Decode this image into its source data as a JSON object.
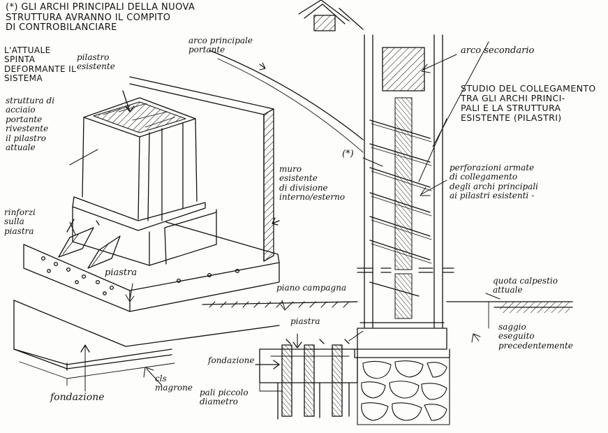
{
  "notes": {
    "header": "(*) GLI ARCHI PRINCIPALI DELLA NUOVA\nSTRUTTURA AVRANNO IL COMPITO\nDI CONTROBILANCIARE",
    "spinta": "L'ATTUALE\nSPINTA\nDEFORMANTE IL\nSISTEMA",
    "pilastro_esistente": "pilastro\nesistente",
    "struttura_acciaio": "struttura di\nacciaio\nportante\nrivestente\nil pilastro\nattuale",
    "arco_principale": "arco principale\nportante",
    "arco_secondario": "arco secondario",
    "studio": "STUDIO DEL COLLEGAMENTO\nTRA GLI ARCHI PRINCI-\nPALI E LA STRUTTURA\nESISTENTE (PILASTRI)",
    "asterisk": "(*)",
    "muro": "muro\nesistente\ndi divisione\ninterno/esterno",
    "perforazioni": "perforazioni armate\ndi collegamento\ndegli archi principali\nai pilastri esistenti -",
    "rinforzi": "rinforzi\nsulla\npiastra",
    "piastra_left": "piastra",
    "piano_campagna": "piano campagna",
    "quota_calpestio": "quota calpestio\nattuale",
    "piastra_bottom": "piastra",
    "fondazione_small": "fondazione",
    "saggio": "saggio\neseguito\nprecedentemente",
    "cls_magrone": "cls\nmagrone",
    "fondazione_main": "fondazione",
    "pali": "pali piccolo\ndiametro"
  },
  "colors": {
    "ink": "#111111",
    "paper": "#fdfdfb"
  }
}
